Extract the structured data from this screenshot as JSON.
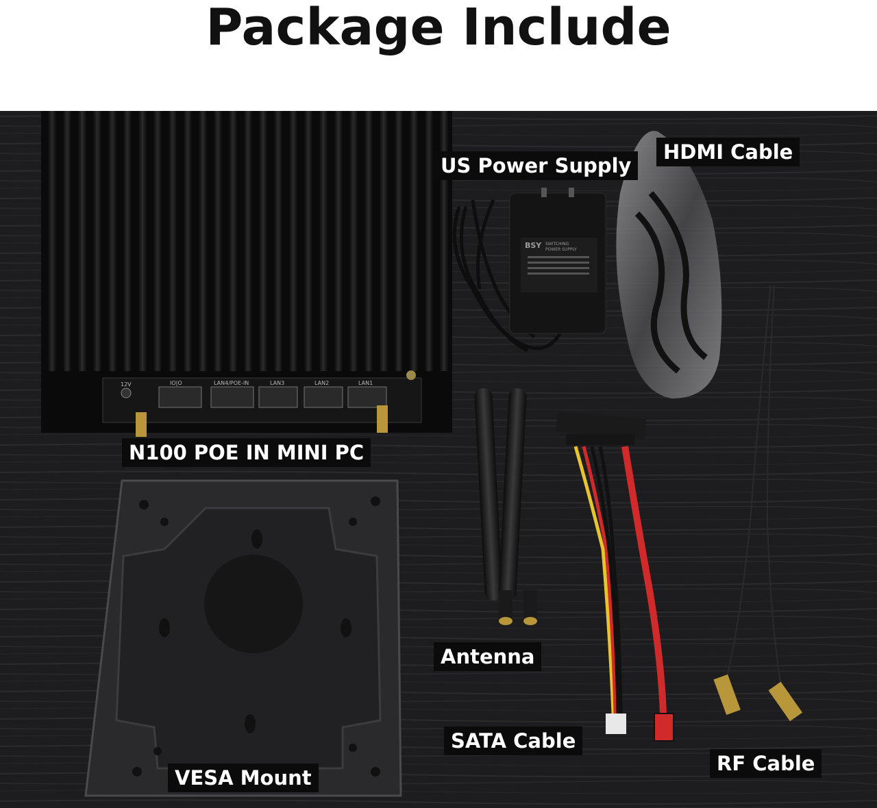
{
  "title": "Package Include",
  "labels": {
    "us_power_supply": "US Power Supply",
    "hdmi_cable": "HDMI Cable",
    "mini_pc": "N100 POE IN MINI PC",
    "antenna": "Antenna",
    "sata_cable": "SATA Cable",
    "rf_cable": "RF Cable",
    "vesa_mount": "VESA Mount"
  },
  "device": {
    "ports": [
      "IO|O",
      "LAN4/POE-IN",
      "LAN3",
      "LAN2",
      "LAN1"
    ],
    "power_label": "12V"
  },
  "adapter": {
    "brand": "BSY",
    "line1": "SWITCHING",
    "line2": "POWER SUPPLY"
  },
  "colors": {
    "desk": "#1c1c1d",
    "device": "#111111",
    "mount": "#2a2a2c",
    "sata_red": "#d12a2a",
    "sata_yellow": "#e8c530",
    "rf_cable": "#8a7a50",
    "label_bg": "#0b0b0b"
  }
}
